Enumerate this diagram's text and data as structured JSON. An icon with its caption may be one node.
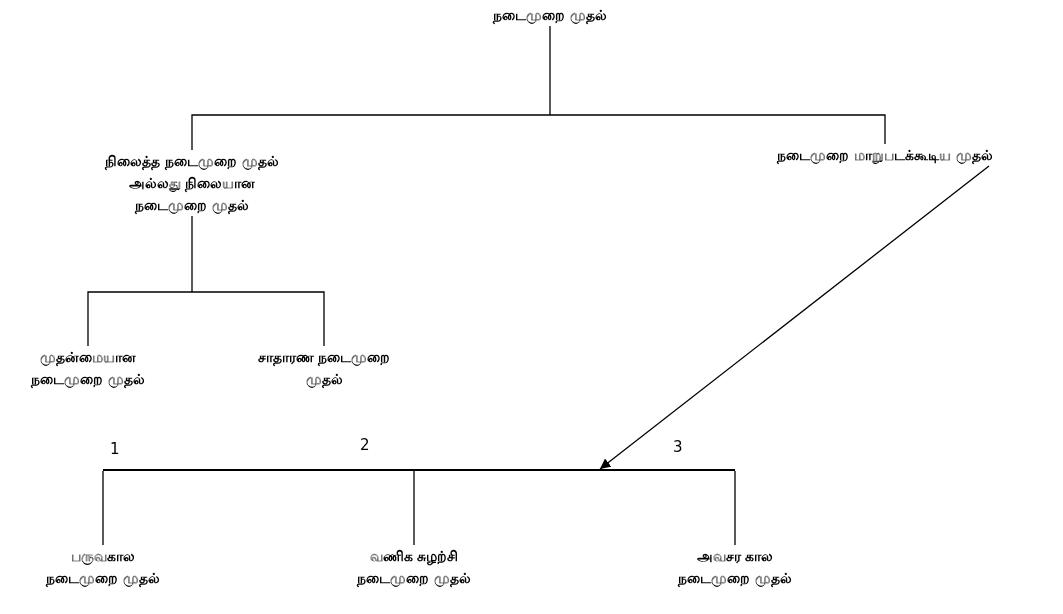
{
  "diagram": {
    "nodes": [
      {
        "text": [
          "நடைமுறை முதல்"
        ]
      },
      {
        "text": [
          "நிலைத்த நடைமுறை முதல் அல்லது நிலையான நடைமுறை முதல்"
        ]
      },
      {
        "text": [
          "நடைமுறை மாறுபடக்கூடிய முதல்"
        ]
      },
      {
        "text": [
          "முதன்மையான நடைமுறை முதல்"
        ]
      },
      {
        "text": [
          "சாதாரண நடைமுறை முதல்"
        ]
      },
      {
        "text": [
          "பருவகால நடைமுறை முதல்"
        ]
      },
      {
        "text": [
          "வணிக சுழற்சி நடைமுறை முதல்"
        ]
      },
      {
        "text": [
          "அவசர கால நடைமுறை முதல்"
        ]
      },
      {
        "text": [],
        "shape": "bar"
      }
    ],
    "edges": [
      {
        "from": 0,
        "to": 1,
        "arrow": "none"
      },
      {
        "from": 0,
        "to": 2,
        "arrow": "none"
      },
      {
        "from": 1,
        "to": 3,
        "arrow": "none"
      },
      {
        "from": 1,
        "to": 4,
        "arrow": "none"
      },
      {
        "from": 2,
        "to": 8,
        "arrow": "to"
      },
      {
        "from": 8,
        "to": 5,
        "arrow": "none"
      },
      {
        "from": 8,
        "to": 6,
        "arrow": "none"
      },
      {
        "from": 8,
        "to": 7,
        "arrow": "none"
      }
    ],
    "labels": [
      "1",
      "2",
      "3"
    ]
  }
}
